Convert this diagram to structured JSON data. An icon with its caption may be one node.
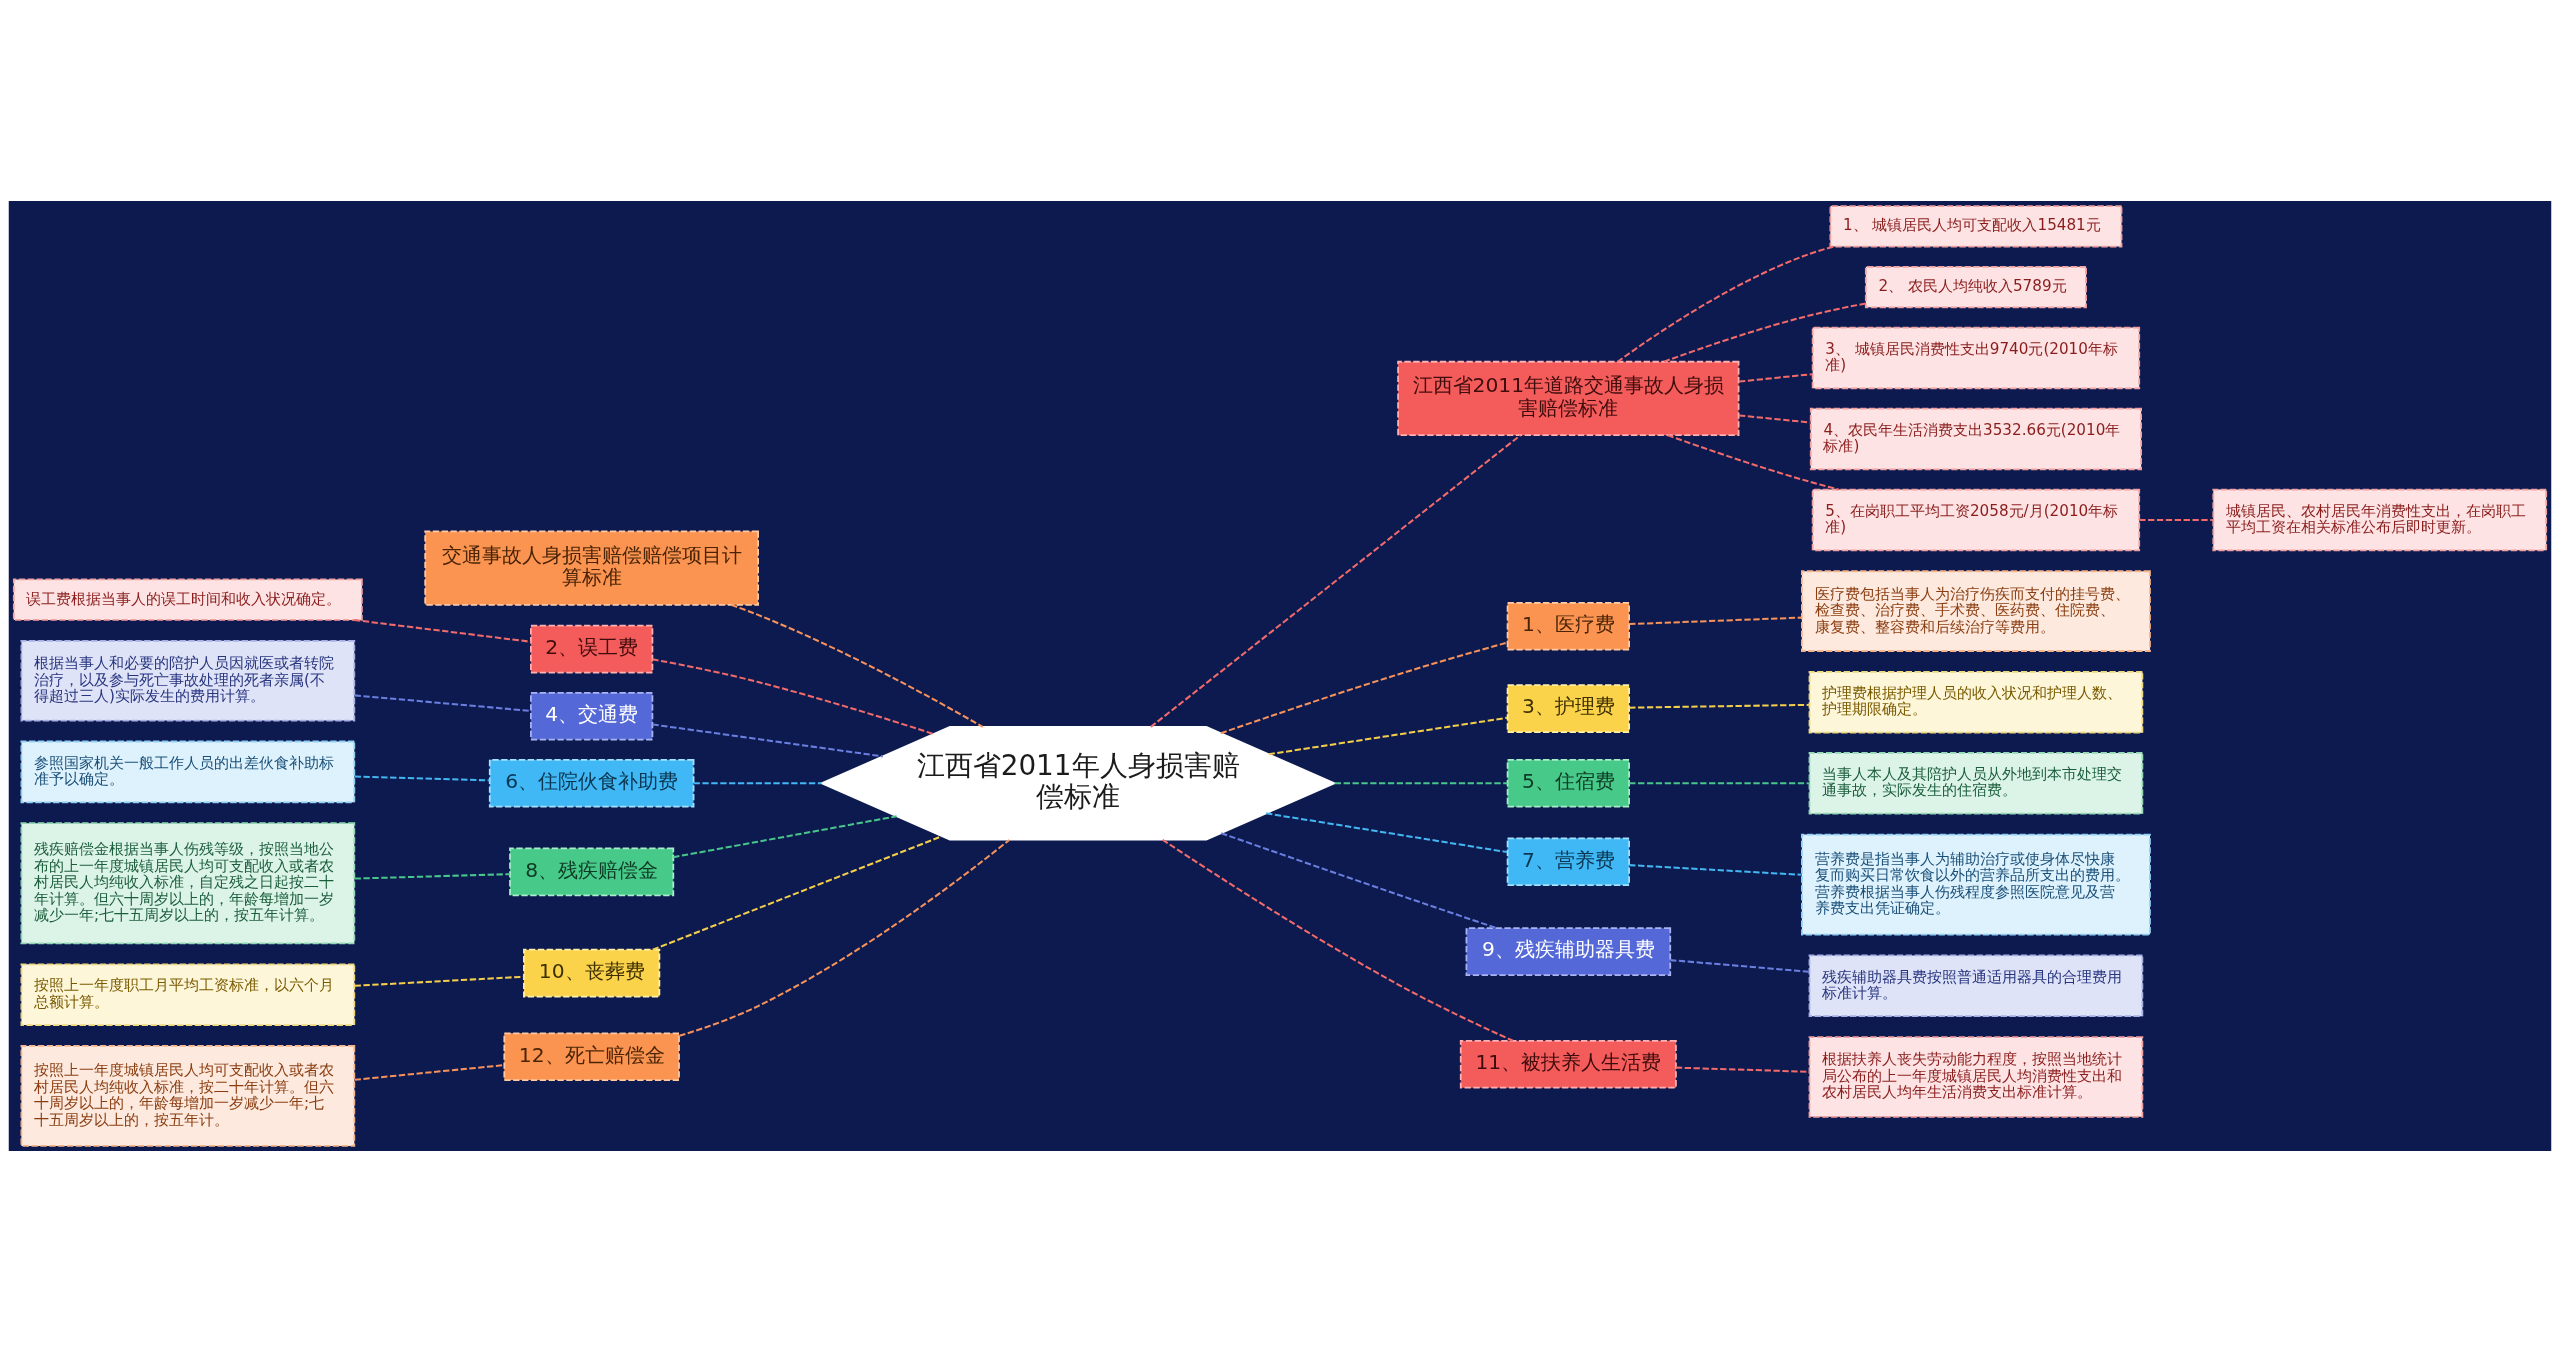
{
  "diagram": {
    "nodes": [
      {
        "text": [
          "江西省2011年人身损害赔偿标准"
        ]
      },
      {
        "text": [
          "江西省2011年道路交通事故人身损害赔偿标准"
        ]
      },
      {
        "text": [
          "1、 城镇居民人均可支配收入15481元"
        ]
      },
      {
        "text": [
          "2、 农民人均纯收入5789元"
        ]
      },
      {
        "text": [
          "3、 城镇居民消费性支出9740元(2010年标准)"
        ]
      },
      {
        "text": [
          "4、农民年生活消费支出3532.66元(2010年标准)"
        ]
      },
      {
        "text": [
          "5、在岗职工平均工资2058元/月(2010年标准)"
        ]
      },
      {
        "text": [
          "城镇居民、农村居民年消费性支出，在岗职工平均工资在相关标准公布后即时更新。"
        ]
      },
      {
        "text": [
          "1、医疗费"
        ]
      },
      {
        "text": [
          "医疗费包括当事人为治疗伤疾而支付的挂号费、检查费、治疗费、手术费、医药费、住院费、康复费、整容费和后续治疗等费用。"
        ]
      },
      {
        "text": [
          "3、护理费"
        ]
      },
      {
        "text": [
          "护理费根据护理人员的收入状况和护理人数、护理期限确定。"
        ]
      },
      {
        "text": [
          "5、住宿费"
        ]
      },
      {
        "text": [
          "当事人本人及其陪护人员从外地到本市处理交通事故，实际发生的住宿费。"
        ]
      },
      {
        "text": [
          "7、营养费"
        ]
      },
      {
        "text": [
          "营养费是指当事人为辅助治疗或使身体尽快康复而购买日常饮食以外的营养品所支出的费用。营养费根据当事人伤残程度参照医院意见及营养费支出凭证确定。"
        ]
      },
      {
        "text": [
          "9、残疾辅助器具费"
        ]
      },
      {
        "text": [
          "残疾辅助器具费按照普通适用器具的合理费用标准计算。"
        ]
      },
      {
        "text": [
          "11、被扶养人生活费"
        ]
      },
      {
        "text": [
          "根据扶养人丧失劳动能力程度，按照当地统计局公布的上一年度城镇居民人均消费性支出和农村居民人均年生活消费支出标准计算。"
        ]
      },
      {
        "text": [
          "交通事故人身损害赔偿赔偿项目计算标准"
        ]
      },
      {
        "text": [
          "2、误工费"
        ]
      },
      {
        "text": [
          "误工费根据当事人的误工时间和收入状况确定。"
        ]
      },
      {
        "text": [
          "4、交通费"
        ]
      },
      {
        "text": [
          "根据当事人和必要的陪护人员因就医或者转院治疗，以及参与死亡事故处理的死者亲属(不得超过三人)实际发生的费用计算。"
        ]
      },
      {
        "text": [
          "6、住院伙食补助费"
        ]
      },
      {
        "text": [
          "参照国家机关一般工作人员的出差伙食补助标准予以确定。"
        ]
      },
      {
        "text": [
          "8、残疾赔偿金"
        ]
      },
      {
        "text": [
          "残疾赔偿金根据当事人伤残等级，按照当地公布的上一年度城镇居民人均可支配收入或者农村居民人均纯收入标准，自定残之日起按二十年计算。但六十周岁以上的，年龄每增加一岁减少一年;七十五周岁以上的，按五年计算。"
        ]
      },
      {
        "text": [
          "10、丧葬费"
        ]
      },
      {
        "text": [
          "按照上一年度职工月平均工资标准，以六个月总额计算。"
        ]
      },
      {
        "text": [
          "12、死亡赔偿金"
        ]
      },
      {
        "text": [
          "按照上一年度城镇居民人均可支配收入或者农村居民人均纯收入标准，按二十年计算。但六十周岁以上的，年龄每增加一岁减少一年;七十五周岁以上的，按五年计。"
        ]
      }
    ],
    "edges": [
      {
        "from": 0,
        "to": 1,
        "arrow": "none",
        "style": "dashed",
        "color": "#f26b6b"
      },
      {
        "from": 1,
        "to": 2,
        "arrow": "none",
        "style": "dashed",
        "color": "#f26b6b"
      },
      {
        "from": 1,
        "to": 3,
        "arrow": "none",
        "style": "dashed",
        "color": "#f26b6b"
      },
      {
        "from": 1,
        "to": 4,
        "arrow": "none",
        "style": "dashed",
        "color": "#f26b6b"
      },
      {
        "from": 1,
        "to": 5,
        "arrow": "none",
        "style": "dashed",
        "color": "#f26b6b"
      },
      {
        "from": 1,
        "to": 6,
        "arrow": "none",
        "style": "dashed",
        "color": "#f26b6b"
      },
      {
        "from": 6,
        "to": 7,
        "arrow": "none",
        "style": "dashed",
        "color": "#f26b6b"
      },
      {
        "from": 0,
        "to": 8,
        "arrow": "none",
        "style": "dashed",
        "color": "#f7925a"
      },
      {
        "from": 8,
        "to": 9,
        "arrow": "none",
        "style": "dashed",
        "color": "#f7925a"
      },
      {
        "from": 0,
        "to": 10,
        "arrow": "none",
        "style": "dashed",
        "color": "#f5cf4a"
      },
      {
        "from": 10,
        "to": 11,
        "arrow": "none",
        "style": "dashed",
        "color": "#f5cf4a"
      },
      {
        "from": 0,
        "to": 12,
        "arrow": "none",
        "style": "dashed",
        "color": "#48c68a"
      },
      {
        "from": 12,
        "to": 13,
        "arrow": "none",
        "style": "dashed",
        "color": "#48c68a"
      },
      {
        "from": 0,
        "to": 14,
        "arrow": "none",
        "style": "dashed",
        "color": "#43b7f2"
      },
      {
        "from": 14,
        "to": 15,
        "arrow": "none",
        "style": "dashed",
        "color": "#43b7f2"
      },
      {
        "from": 0,
        "to": 16,
        "arrow": "none",
        "style": "dashed",
        "color": "#6a7fe0"
      },
      {
        "from": 16,
        "to": 17,
        "arrow": "none",
        "style": "dashed",
        "color": "#6a7fe0"
      },
      {
        "from": 0,
        "to": 18,
        "arrow": "none",
        "style": "dashed",
        "color": "#f26b6b"
      },
      {
        "from": 18,
        "to": 19,
        "arrow": "none",
        "style": "dashed",
        "color": "#f26b6b"
      },
      {
        "from": 20,
        "to": 0,
        "arrow": "none",
        "style": "dashed",
        "color": "#f7925a"
      },
      {
        "from": 21,
        "to": 0,
        "arrow": "none",
        "style": "dashed",
        "color": "#f26b6b"
      },
      {
        "from": 22,
        "to": 21,
        "arrow": "none",
        "style": "dashed",
        "color": "#f26b6b"
      },
      {
        "from": 23,
        "to": 0,
        "arrow": "none",
        "style": "dashed",
        "color": "#6a7fe0"
      },
      {
        "from": 24,
        "to": 23,
        "arrow": "none",
        "style": "dashed",
        "color": "#6a7fe0"
      },
      {
        "from": 25,
        "to": 0,
        "arrow": "none",
        "style": "dashed",
        "color": "#43b7f2"
      },
      {
        "from": 26,
        "to": 25,
        "arrow": "none",
        "style": "dashed",
        "color": "#43b7f2"
      },
      {
        "from": 27,
        "to": 0,
        "arrow": "none",
        "style": "dashed",
        "color": "#48c68a"
      },
      {
        "from": 28,
        "to": 27,
        "arrow": "none",
        "style": "dashed",
        "color": "#48c68a"
      },
      {
        "from": 29,
        "to": 0,
        "arrow": "none",
        "style": "dashed",
        "color": "#f5cf4a"
      },
      {
        "from": 30,
        "to": 29,
        "arrow": "none",
        "style": "dashed",
        "color": "#f5cf4a"
      },
      {
        "from": 31,
        "to": 0,
        "arrow": "none",
        "style": "dashed",
        "color": "#f7925a"
      },
      {
        "from": 32,
        "to": 31,
        "arrow": "none",
        "style": "dashed",
        "color": "#f7925a"
      }
    ]
  }
}
